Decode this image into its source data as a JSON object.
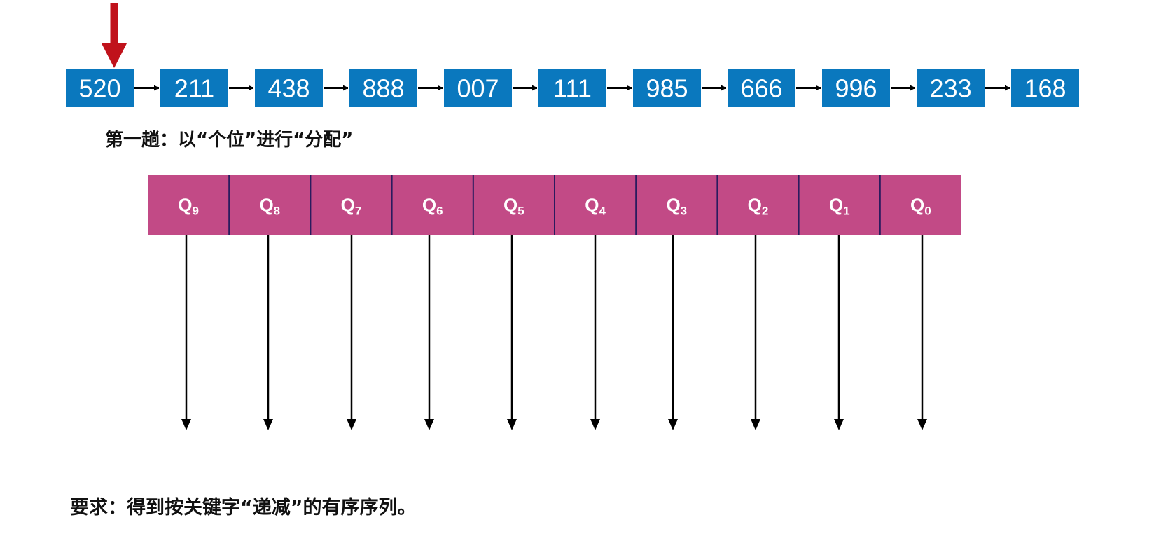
{
  "diagram": {
    "pointer_color": "#c0121b",
    "keys_color": "#0a78be",
    "queues_color": "#c24a86",
    "keys": [
      "520",
      "211",
      "438",
      "888",
      "007",
      "111",
      "985",
      "666",
      "996",
      "233",
      "168"
    ],
    "pass_caption": "第一趟：以“个位”进行“分配”",
    "queues": [
      {
        "letter": "Q",
        "index": "9"
      },
      {
        "letter": "Q",
        "index": "8"
      },
      {
        "letter": "Q",
        "index": "7"
      },
      {
        "letter": "Q",
        "index": "6"
      },
      {
        "letter": "Q",
        "index": "5"
      },
      {
        "letter": "Q",
        "index": "4"
      },
      {
        "letter": "Q",
        "index": "3"
      },
      {
        "letter": "Q",
        "index": "2"
      },
      {
        "letter": "Q",
        "index": "1"
      },
      {
        "letter": "Q",
        "index": "0"
      }
    ],
    "requirement": "要求：得到按关键字“递减”的有序序列。"
  }
}
